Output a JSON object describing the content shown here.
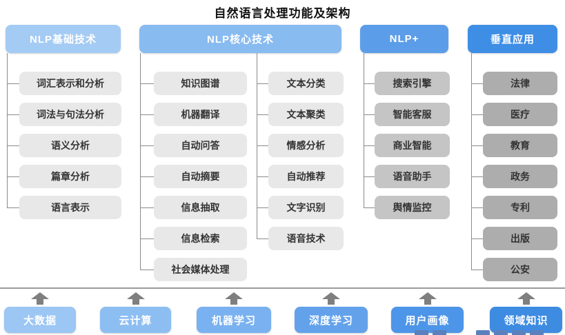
{
  "title": "自然语言处理功能及架构",
  "columns": [
    {
      "header": "NLP基础技术",
      "items": [
        "词汇表示和分析",
        "词法与句法分析",
        "语义分析",
        "篇章分析",
        "语言表示"
      ]
    },
    {
      "header": "NLP核心技术",
      "items_left": [
        "知识图谱",
        "机器翻译",
        "自动问答",
        "自动摘要",
        "信息抽取",
        "信息检索",
        "社会媒体处理"
      ],
      "items_right": [
        "文本分类",
        "文本聚类",
        "情感分析",
        "自动推荐",
        "文字识别",
        "语音技术"
      ]
    },
    {
      "header": "NLP+",
      "items": [
        "搜索引擎",
        "智能客服",
        "商业智能",
        "语音助手",
        "舆情监控"
      ]
    },
    {
      "header": "垂直应用",
      "items": [
        "法律",
        "医疗",
        "教育",
        "政务",
        "专利",
        "出版",
        "公安"
      ]
    }
  ],
  "foundation": [
    "大数据",
    "云计算",
    "机器学习",
    "深度学习",
    "用户画像",
    "领域知识"
  ],
  "colors": {
    "header_nlp_basic": "#A4CBF4",
    "header_nlp_core": "#88BBF0",
    "header_nlp_plus": "#5C9DE9",
    "header_vertical": "#3F8EE5",
    "item_light_gray": "#E8E8E8",
    "item_medium_gray": "#C5C5C5",
    "item_dark_gray": "#ADADAD",
    "foundation_box_colors": [
      "#9CC6F3",
      "#8CBEF2",
      "#7AB1F0",
      "#63A2EB",
      "#4D95E8",
      "#3E8BE2"
    ],
    "connector_line": "#8a8a8a",
    "arrow": "#7f7f7f"
  }
}
